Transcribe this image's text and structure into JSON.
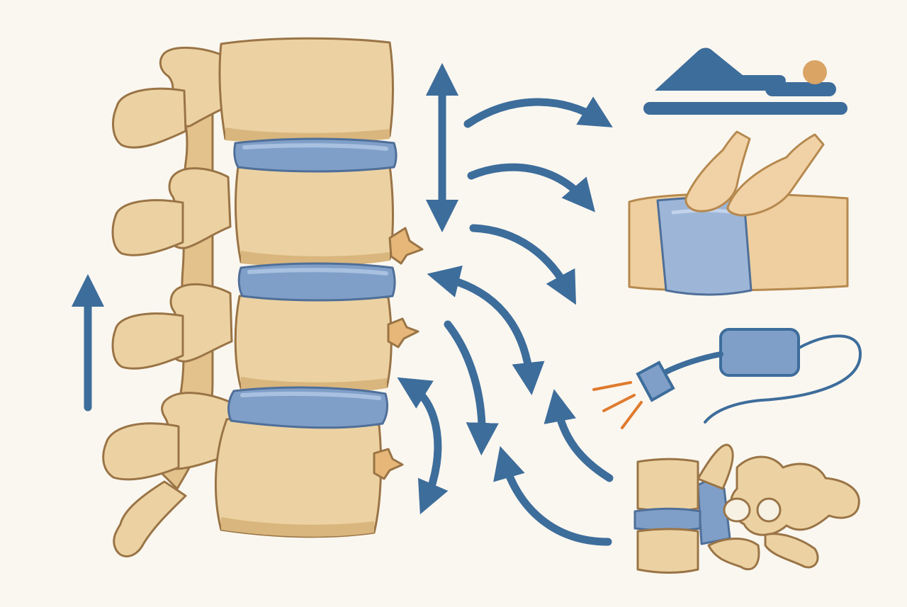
{
  "colors": {
    "background": "#faf7f0",
    "bone": "#ecd2a2",
    "bone_shadow": "#d9b67d",
    "bone_outline": "#9a7446",
    "disc": "#7f9fc8",
    "disc_light": "#a9c1e0",
    "disc_outline": "#4f6f99",
    "arrow": "#3d6d9b",
    "skin": "#efcf9f",
    "skin_outline": "#b6894f",
    "brace": "#9db6d8",
    "spark": "#e07a2e",
    "head": "#d9a464"
  },
  "figures": [
    {
      "id": "lumbar-spine",
      "icon": "spine-illustration"
    },
    {
      "id": "vertical-double-arrow",
      "icon": "double-arrow-icon"
    },
    {
      "id": "up-arrow",
      "icon": "arrow-up-icon"
    },
    {
      "id": "rest-icon",
      "icon": "lying-person-icon"
    },
    {
      "id": "back-brace",
      "icon": "brace-massage-icon"
    },
    {
      "id": "tens-device",
      "icon": "electrotherapy-icon"
    },
    {
      "id": "spine-segment",
      "icon": "vertebrae-segment-icon"
    }
  ]
}
